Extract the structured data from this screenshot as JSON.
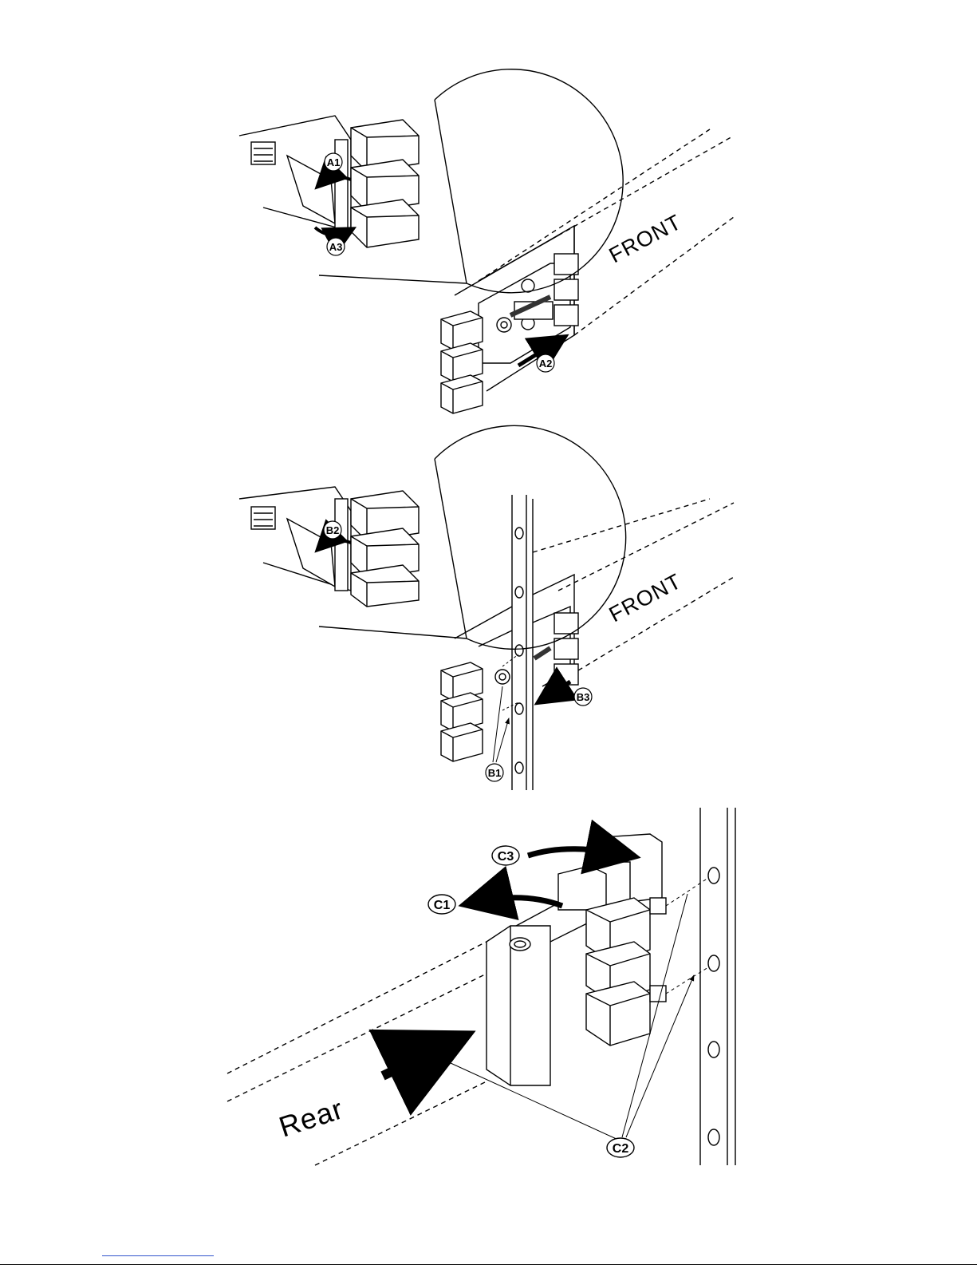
{
  "panels": [
    {
      "front_label": "FRONT",
      "callouts": [
        "A1",
        "A2",
        "A3"
      ]
    },
    {
      "front_label": "FRONT",
      "callouts": [
        "B1",
        "B2",
        "B3"
      ]
    },
    {
      "rear_label": "Rear",
      "callouts": [
        "C1",
        "C2",
        "C3"
      ]
    }
  ],
  "icons": {
    "arrow": "curved-arrow-icon",
    "latch": "latch-icon"
  },
  "colors": {
    "ink": "#000000",
    "paper": "#ffffff",
    "footer_link": "#3355cc"
  }
}
